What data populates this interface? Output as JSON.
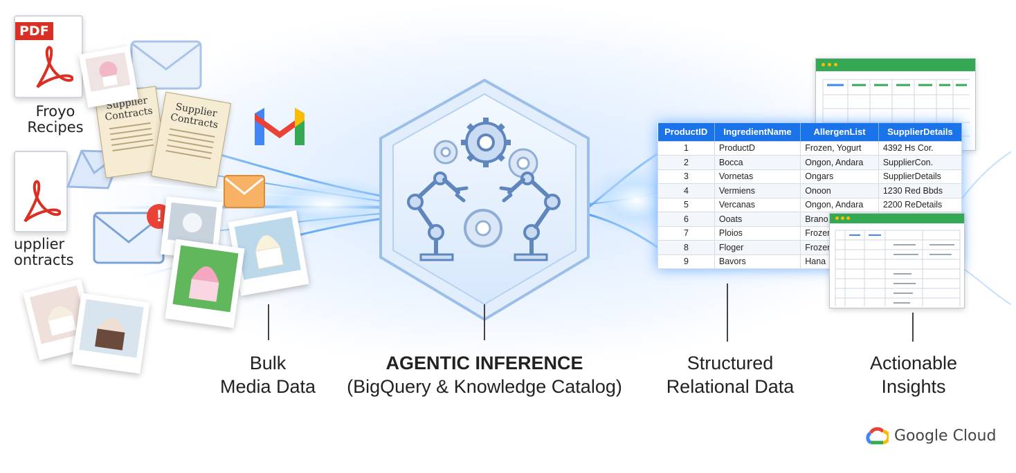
{
  "sources": {
    "pdf_tag": "PDF",
    "doc1_label": [
      "Froyo",
      "Recipes"
    ],
    "doc2_label": [
      "upplier",
      "ontracts"
    ],
    "paper1": [
      "Supplier",
      "Contracts"
    ],
    "paper2": [
      "Supplier",
      "Contracts"
    ],
    "alert_mark": "!"
  },
  "stages": {
    "bulk": [
      "Bulk",
      "Media Data"
    ],
    "inference_title": "AGENTIC INFERENCE",
    "inference_sub": "(BigQuery & Knowledge Catalog)",
    "structured": [
      "Structured",
      "Relational Data"
    ],
    "insights": [
      "Actionable",
      "Insights"
    ]
  },
  "table": {
    "headers": [
      "ProductID",
      "IngredientName",
      "AllergenList",
      "SupplierDetails"
    ],
    "rows": [
      [
        "1",
        "ProductD",
        "Frozen, Yogurt",
        "4392 Hs Cor."
      ],
      [
        "2",
        "Bocca",
        "Ongon, Andara",
        "SupplierCon."
      ],
      [
        "3",
        "Vornetas",
        "Ongars",
        "SupplierDetails"
      ],
      [
        "4",
        "Vermiens",
        "Onoon",
        "1230 Red Bbds"
      ],
      [
        "5",
        "Vercanas",
        "Ongon, Andara",
        "2200 ReDetails"
      ],
      [
        "6",
        "Ooats",
        "Brano,",
        ""
      ],
      [
        "7",
        "Ploios",
        "Frozen",
        ""
      ],
      [
        "8",
        "Floger",
        "Frozen",
        ""
      ],
      [
        "9",
        "Bavors",
        "Hana",
        ""
      ]
    ]
  },
  "brand": {
    "name": "Google Cloud"
  },
  "colors": {
    "blue": "#1a73e8",
    "red": "#ea4335",
    "yellow": "#fbbc04",
    "green": "#34a853",
    "hex_stroke": "#7aa2d6"
  }
}
